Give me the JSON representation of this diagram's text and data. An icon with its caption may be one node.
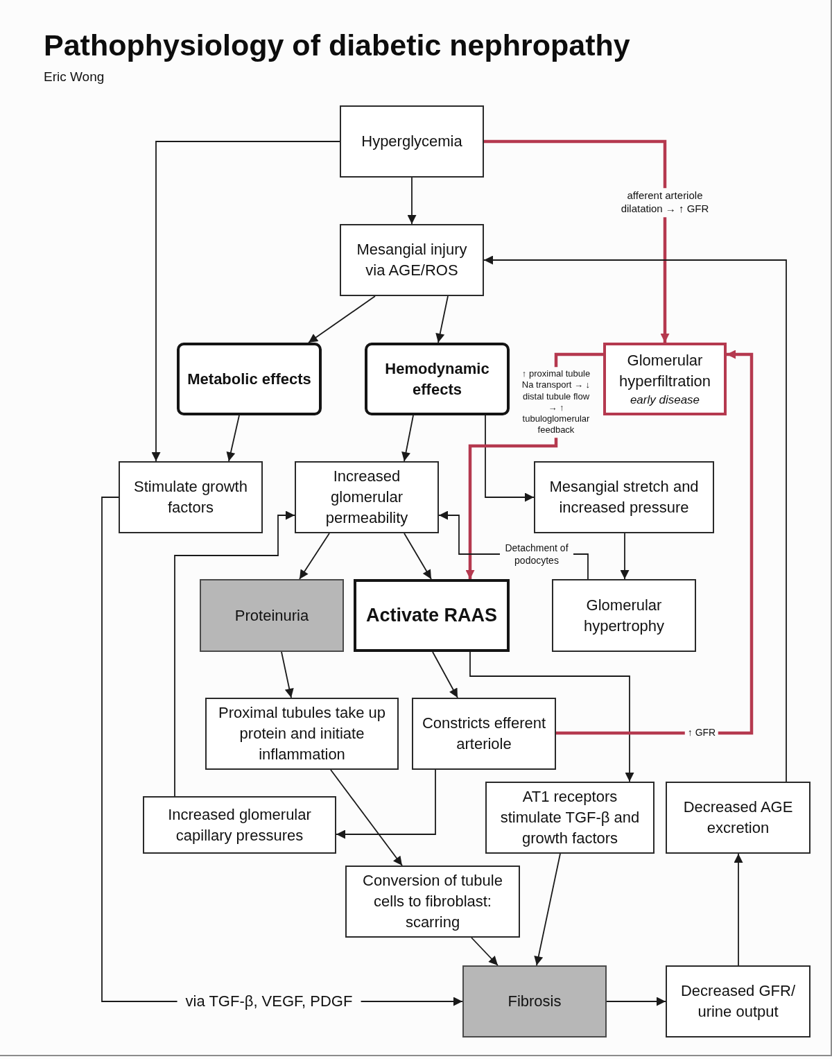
{
  "diagram": {
    "title": "Pathophysiology of diabetic nephropathy",
    "nodes": [
      {
        "text": [
          "Hyperglycemia"
        ]
      },
      {
        "text": [
          "Mesangial injury via AGE/ROS"
        ]
      },
      {
        "text": [
          "Metabolic effects"
        ]
      },
      {
        "text": [
          "Hemodynamic effects"
        ]
      },
      {
        "text": [
          "Glomerular hyperfiltration",
          "early disease"
        ]
      },
      {
        "text": [
          "Stimulate growth factors"
        ]
      },
      {
        "text": [
          "Increased glomerular permeability"
        ]
      },
      {
        "text": [
          "Mesangial stretch and increased pressure"
        ]
      },
      {
        "text": [
          "Proteinuria"
        ]
      },
      {
        "text": [
          "Activate RAAS"
        ]
      },
      {
        "text": [
          "Glomerular hypertrophy"
        ]
      },
      {
        "text": [
          "Proximal tubules take up protein and initiate inflammation"
        ]
      },
      {
        "text": [
          "Constricts efferent arteriole"
        ]
      },
      {
        "text": [
          "Increased glomerular capillary pressures"
        ]
      },
      {
        "text": [
          "AT1 receptors stimulate TGF-β and growth factors"
        ]
      },
      {
        "text": [
          "Decreased AGE excretion"
        ]
      },
      {
        "text": [
          "Conversion of tubule cells to fibroblast: scarring"
        ]
      },
      {
        "text": [
          "Fibrosis"
        ]
      },
      {
        "text": [
          "Decreased GFR/ urine output"
        ]
      }
    ],
    "edges": [
      {
        "from": 0,
        "to": 1,
        "arrow": "to"
      },
      {
        "from": 0,
        "to": 5,
        "arrow": "to"
      },
      {
        "from": 0,
        "to": 4,
        "arrow": "to",
        "label": "afferent arteriole dilatation → ↑ GFR",
        "style": "thick",
        "color": "#b5394f"
      },
      {
        "from": 1,
        "to": 2,
        "arrow": "to"
      },
      {
        "from": 1,
        "to": 3,
        "arrow": "to"
      },
      {
        "from": 15,
        "to": 1,
        "arrow": "to"
      },
      {
        "from": 2,
        "to": 5,
        "arrow": "to"
      },
      {
        "from": 3,
        "to": 6,
        "arrow": "to"
      },
      {
        "from": 3,
        "to": 7,
        "arrow": "to"
      },
      {
        "from": 4,
        "to": 9,
        "arrow": "to",
        "label": "↑ proximal tubule Na transport → ↓ distal tubule flow → ↑ tubuloglomerular feedback",
        "style": "thick",
        "color": "#b5394f"
      },
      {
        "from": 6,
        "to": 8,
        "arrow": "to"
      },
      {
        "from": 6,
        "to": 9,
        "arrow": "to"
      },
      {
        "from": 7,
        "to": 10,
        "arrow": "to"
      },
      {
        "from": 10,
        "to": 6,
        "arrow": "to",
        "label": "Detachment of podocytes"
      },
      {
        "from": 8,
        "to": 11,
        "arrow": "to"
      },
      {
        "from": 9,
        "to": 12,
        "arrow": "to"
      },
      {
        "from": 9,
        "to": 14,
        "arrow": "to"
      },
      {
        "from": 12,
        "to": 4,
        "arrow": "to",
        "label": "↑ GFR",
        "style": "thick",
        "color": "#b5394f"
      },
      {
        "from": 12,
        "to": 13,
        "arrow": "to"
      },
      {
        "from": 13,
        "to": 6,
        "arrow": "to"
      },
      {
        "from": 11,
        "to": 16,
        "arrow": "to"
      },
      {
        "from": 16,
        "to": 17,
        "arrow": "to"
      },
      {
        "from": 14,
        "to": 17,
        "arrow": "to"
      },
      {
        "from": 5,
        "to": 17,
        "arrow": "to",
        "label": "via TGF-β, VEGF, PDGF"
      },
      {
        "from": 17,
        "to": 18,
        "arrow": "to"
      },
      {
        "from": 18,
        "to": 15,
        "arrow": "to"
      }
    ],
    "labels": [
      "Eric Wong"
    ]
  }
}
